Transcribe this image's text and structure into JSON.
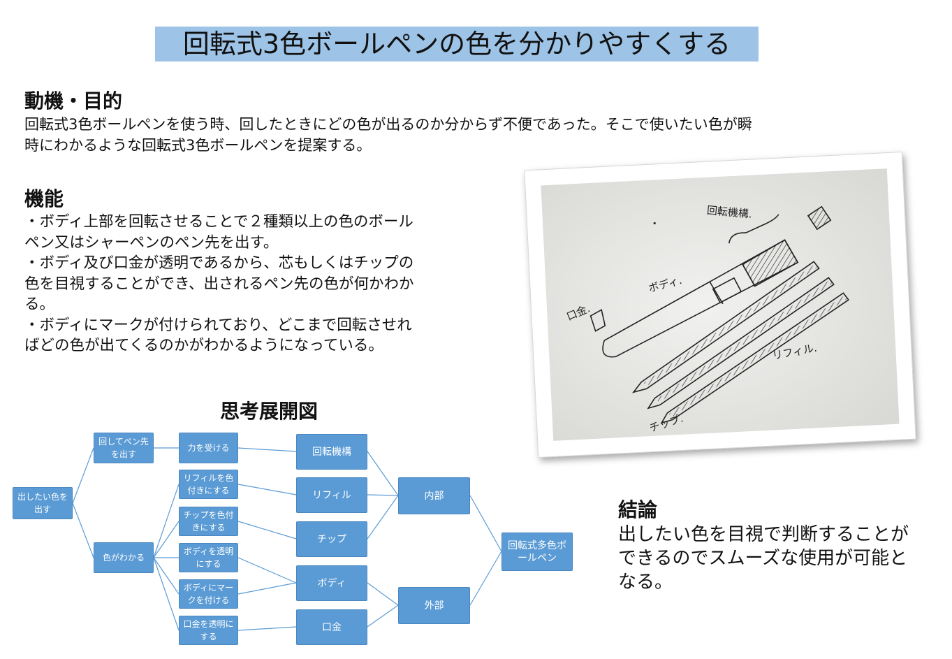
{
  "title": "回転式3色ボールペンの色を分かりやすくする",
  "motive": {
    "heading": "動機・目的",
    "lines": [
      "回転式3色ボールペンを使う時、回したときにどの色が出るのか分からず不便であった。そこで使いたい色が瞬",
      "時にわかるような回転式3色ボールペンを提案する。"
    ]
  },
  "features": {
    "heading": "機能",
    "lines": [
      "・ボディ上部を回転させることで２種類以上の色のボール",
      "ペン又はシャーペンのペン先を出す。",
      "・ボディ及び口金が透明であるから、芯もしくはチップの",
      "色を目視することができ、出されるペン先の色が何かわか",
      "る。",
      "・ボディにマークが付けられており、どこまで回転させれ",
      "ばどの色が出てくるのかがわかるようになっている。"
    ]
  },
  "diagram": {
    "title": "思考展開図",
    "nodes": {
      "root": "出したい色を出す",
      "rotate_out": "回してペン先を出す",
      "color_known": "色がわかる",
      "apply_force": "力を受ける",
      "color_refill": "リフィルを色付きにする",
      "color_tip": "チップを色付きにする",
      "clear_body": "ボディを透明にする",
      "mark_body": "ボディにマークを付ける",
      "clear_cap": "口金を透明にする",
      "mechanism": "回転機構",
      "refill": "リフィル",
      "tip": "チップ",
      "body": "ボディ",
      "cap": "口金",
      "inner": "内部",
      "outer": "外部",
      "result": "回転式多色ボールペン"
    }
  },
  "sketch": {
    "labels": {
      "mechanism": "回転機構.",
      "body": "ボディ.",
      "cap": "口金.",
      "refill": "リフィル.",
      "tip": "チップ."
    }
  },
  "conclusion": {
    "heading": "結論",
    "lines": [
      "出したい色を目視で判断することが",
      "できるのでスムーズな使用が可能と",
      "なる。"
    ]
  }
}
